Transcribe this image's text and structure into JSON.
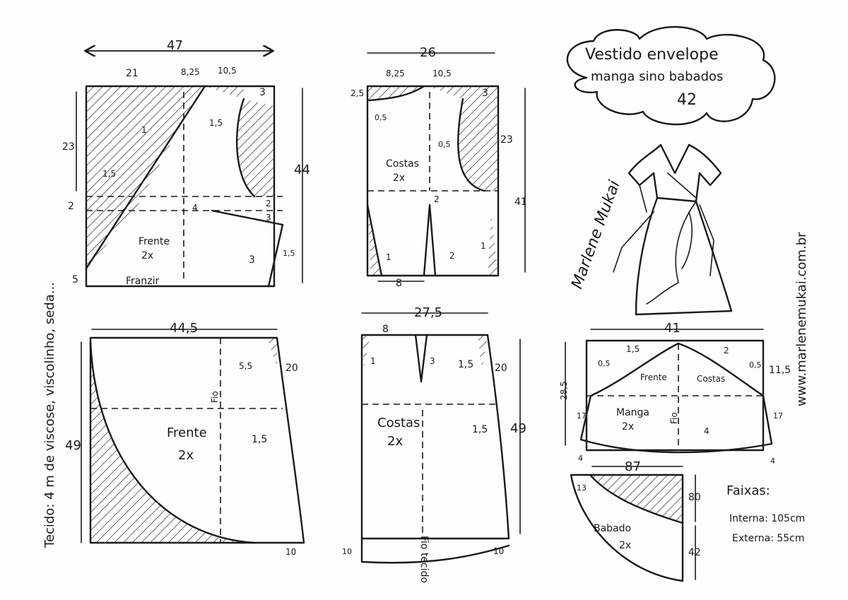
{
  "title": {
    "line1": "Vestido envelope",
    "line2": "manga sino babados",
    "size": "42"
  },
  "signature": "Marlene Mukai",
  "website": "www.marlenemukai.com.br",
  "fabric": "Tecido: 4 m de viscose, viscolinho, seda...",
  "bands": {
    "title": "Faixas:",
    "internal": "Interna: 105cm",
    "external": "Externa: 55cm"
  },
  "labels": {
    "frente": "Frente",
    "costas": "Costas",
    "manga": "Manga",
    "babado": "Babado",
    "two_x": "2x",
    "franzir": "Franzir",
    "fio": "Fio",
    "fio_tecido": "Fio tecido"
  },
  "bodice_front": {
    "width": "47",
    "w1": "21",
    "w2": "8,25",
    "w3": "10,5",
    "right": "3",
    "h1": "23",
    "h2": "2",
    "hbottom": "5",
    "height": "44",
    "m1": "1",
    "m15a": "1,5",
    "m15b": "1,5",
    "m4": "4",
    "m2": "2",
    "m3a": "3",
    "m3b": "3",
    "m15c": "1,5"
  },
  "bodice_back": {
    "width": "26",
    "w1": "8,25",
    "w2": "10,5",
    "right": "3",
    "left": "2,5",
    "m05a": "0,5",
    "m05b": "0,5",
    "h1": "23",
    "height": "41",
    "m2a": "2",
    "m1a": "1",
    "m2b": "2",
    "m1b": "1",
    "bottom": "8"
  },
  "skirt_front": {
    "width": "44,5",
    "m55": "5,5",
    "h1": "20",
    "height": "49",
    "m15": "1,5",
    "bottom": "10"
  },
  "skirt_back": {
    "width": "27,5",
    "w1": "8",
    "m1": "1",
    "m3": "3",
    "m15a": "1,5",
    "h1": "20",
    "m15b": "1,5",
    "height": "49",
    "bl": "10",
    "br": "10"
  },
  "sleeve": {
    "width": "41",
    "m15": "1,5",
    "m2": "2",
    "m05a": "0,5",
    "m05b": "0,5",
    "rh": "11,5",
    "lh": "28,5",
    "l17": "17",
    "r17": "17",
    "m4": "4",
    "bl": "4",
    "br": "4",
    "frente": "Frente",
    "costas": "Costas"
  },
  "ruffle": {
    "width": "87",
    "m13": "13",
    "h1": "80",
    "h2": "42"
  }
}
